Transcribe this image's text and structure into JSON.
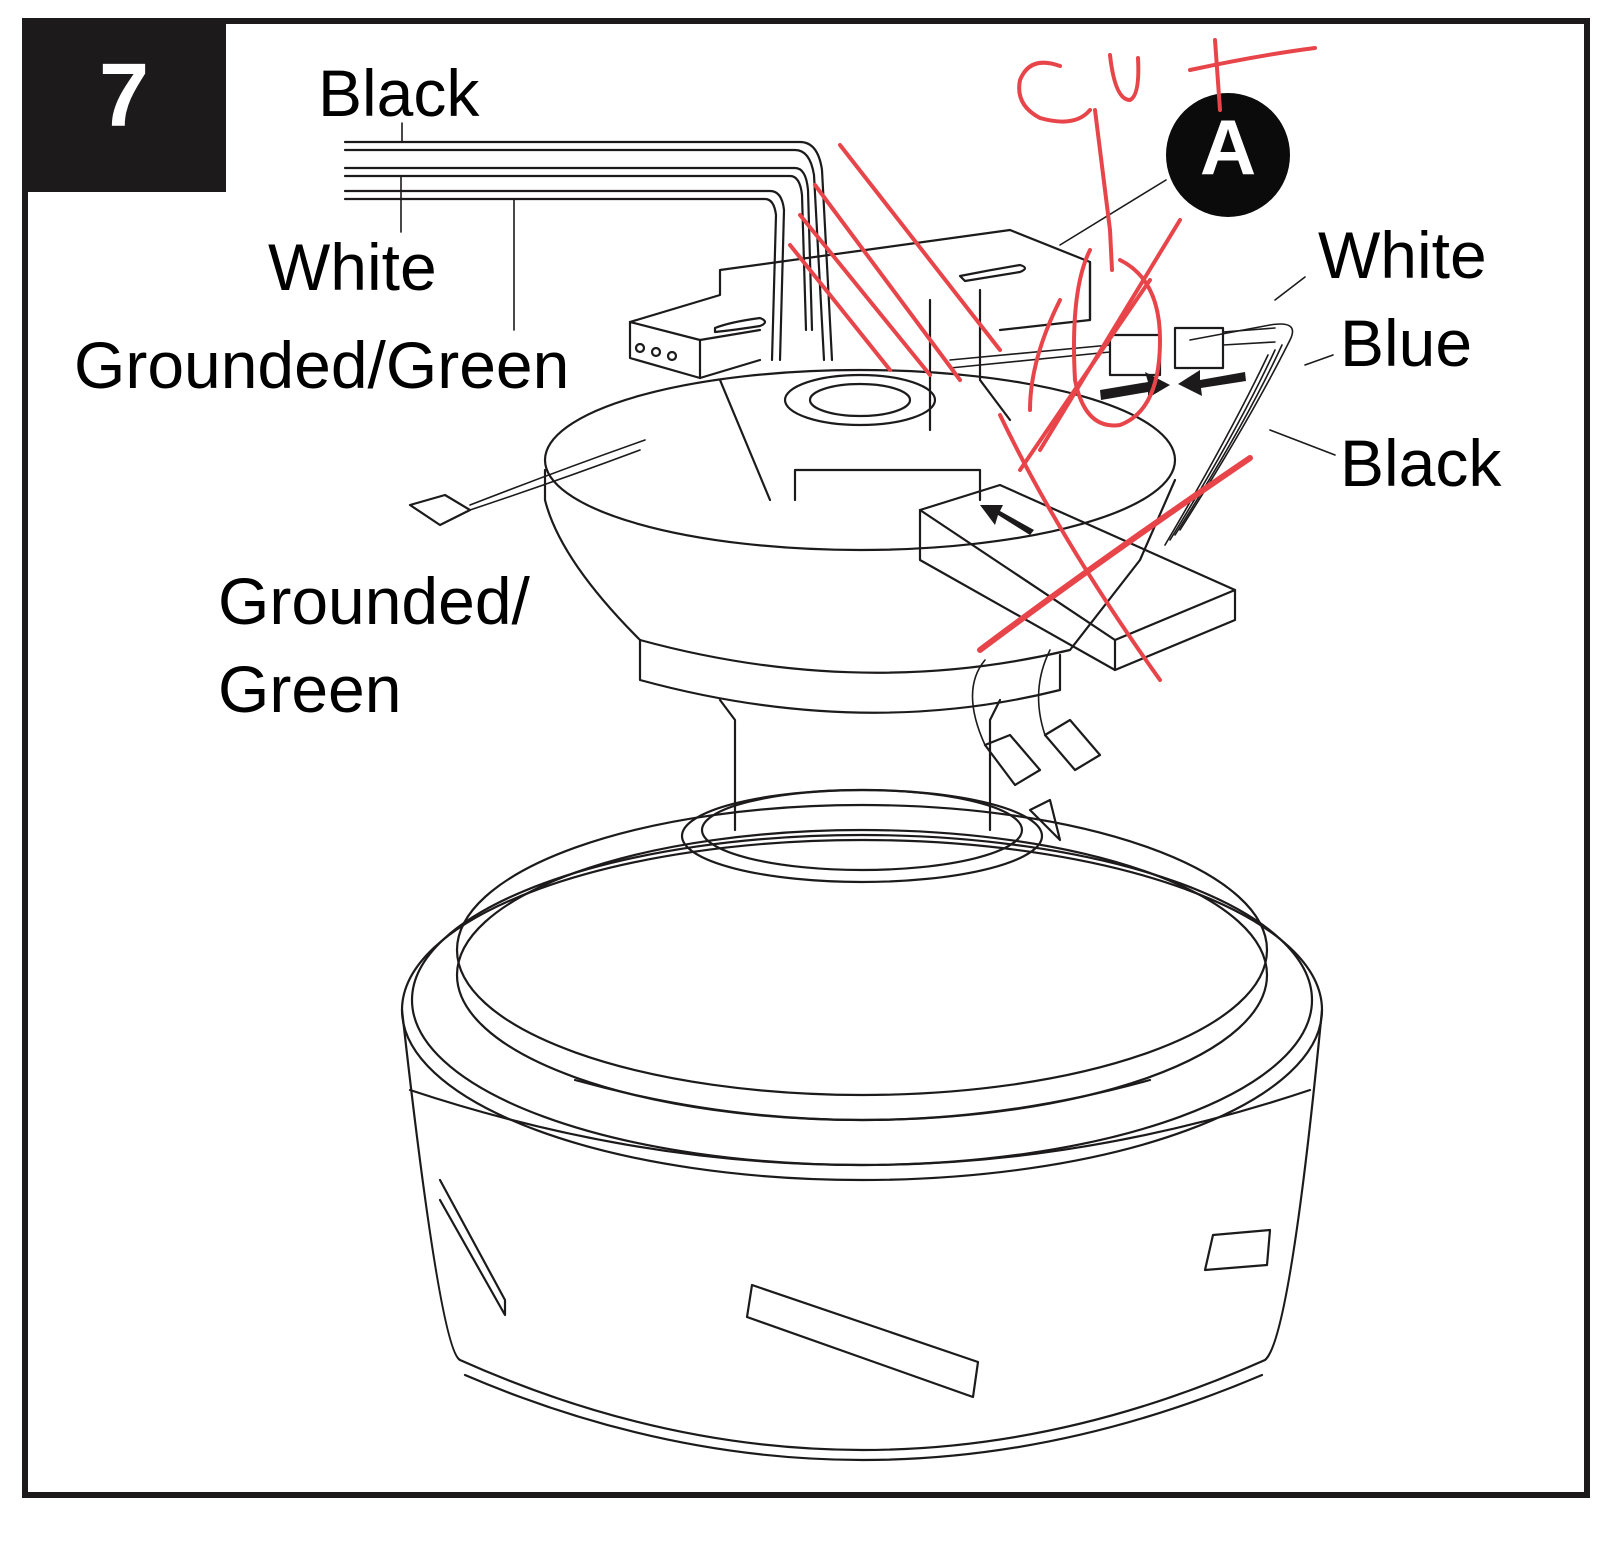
{
  "step": {
    "number": "7"
  },
  "labels": {
    "top_left": {
      "black": "Black",
      "white": "White",
      "grounded_green": "Grounded/Green"
    },
    "right": {
      "white": "White",
      "blue": "Blue",
      "black": "Black"
    },
    "lower_left": {
      "line1": "Grounded/",
      "line2": "Green"
    }
  },
  "callout": {
    "letter": "A"
  },
  "annotation": {
    "handwritten_text": "Cut",
    "color": "#e8454a",
    "marks": [
      "strike-lines-over-wires",
      "circle-around-connector",
      "large-x-over-receiver"
    ]
  },
  "colors": {
    "line": "#1c1a1b",
    "background": "#ffffff",
    "annotation_red": "#e8454a"
  }
}
